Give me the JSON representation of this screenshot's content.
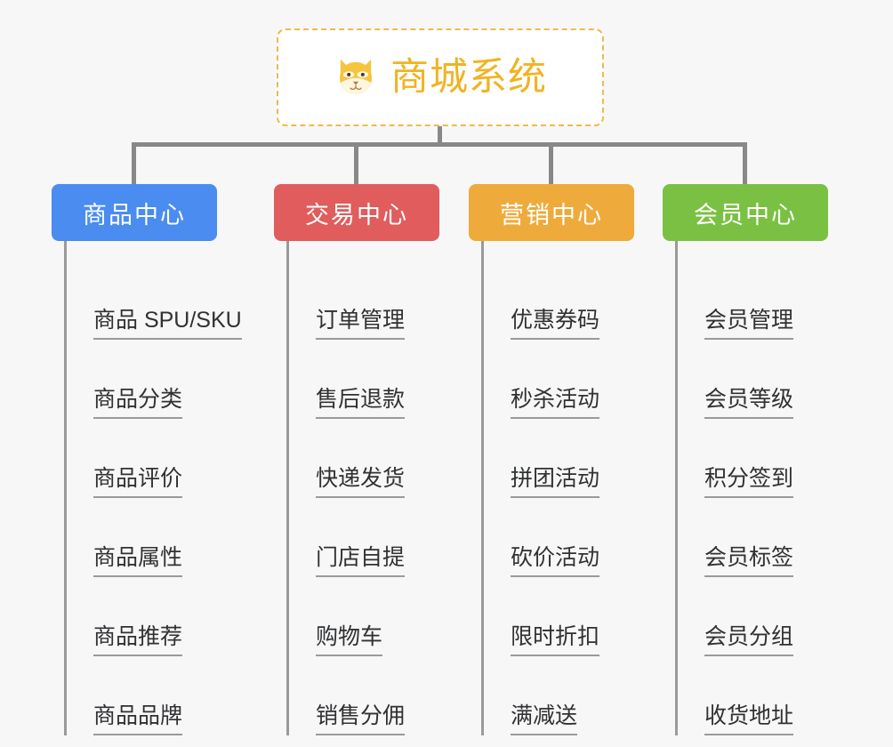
{
  "root": {
    "title": "商城系统",
    "icon": "shiba-dog-face-icon",
    "border_color": "#eeb94e",
    "text_color": "#f0b323",
    "background": "#ffffff"
  },
  "canvas": {
    "background": "#f7f7f7",
    "connector_color": "#888888"
  },
  "branches": [
    {
      "title": "商品中心",
      "color": "#4a8cf0",
      "items": [
        "商品 SPU/SKU",
        "商品分类",
        "商品评价",
        "商品属性",
        "商品推荐",
        "商品品牌"
      ]
    },
    {
      "title": "交易中心",
      "color": "#e15c5c",
      "items": [
        "订单管理",
        "售后退款",
        "快递发货",
        "门店自提",
        "购物车",
        "销售分佣"
      ]
    },
    {
      "title": "营销中心",
      "color": "#eeab3c",
      "items": [
        "优惠券码",
        "秒杀活动",
        "拼团活动",
        "砍价活动",
        "限时折扣",
        "满减送"
      ]
    },
    {
      "title": "会员中心",
      "color": "#7ac143",
      "items": [
        "会员管理",
        "会员等级",
        "积分签到",
        "会员标签",
        "会员分组",
        "收货地址"
      ]
    }
  ]
}
